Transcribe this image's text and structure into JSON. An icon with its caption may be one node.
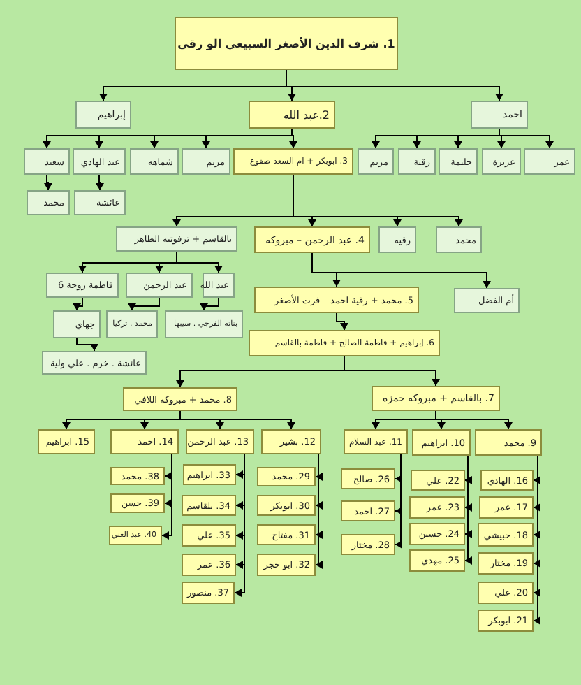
{
  "diagram": {
    "nodes": [
      {
        "text": [
          "1. شرف الدين الأصغر السبيعي الو رقي"
        ]
      },
      {
        "text": [
          "إبراهيم"
        ]
      },
      {
        "text": [
          "2.عبد الله"
        ]
      },
      {
        "text": [
          "احمد"
        ]
      },
      {
        "text": [
          "سعيد"
        ]
      },
      {
        "text": [
          "عبد الهادي"
        ]
      },
      {
        "text": [
          "شماهه"
        ]
      },
      {
        "text": [
          "مريم"
        ]
      },
      {
        "text": [
          "3. ابوبكر + ام السعد صفوع"
        ]
      },
      {
        "text": [
          "مريم"
        ]
      },
      {
        "text": [
          "رقية"
        ]
      },
      {
        "text": [
          "حليمة"
        ]
      },
      {
        "text": [
          "عزيزة"
        ]
      },
      {
        "text": [
          "عمر"
        ]
      },
      {
        "text": [
          "محمد"
        ]
      },
      {
        "text": [
          "عائشة"
        ]
      },
      {
        "text": [
          "بالقاسم + ترفوتيه الطاهر"
        ]
      },
      {
        "text": [
          "4. عبد الرحمن – مبروكه"
        ]
      },
      {
        "text": [
          "رقيه"
        ]
      },
      {
        "text": [
          "محمد"
        ]
      },
      {
        "text": [
          "فاطمة زوجة 6"
        ]
      },
      {
        "text": [
          "عبد الرحمن"
        ]
      },
      {
        "text": [
          "عبد الله"
        ]
      },
      {
        "text": [
          "5. محمد + رقية احمد – فرت الأصغر"
        ]
      },
      {
        "text": [
          "أم الفضل"
        ]
      },
      {
        "text": [
          "جهاي"
        ]
      },
      {
        "text": [
          "محمد . تركيا"
        ]
      },
      {
        "text": [
          "بناته الفرجي . سيبها"
        ]
      },
      {
        "text": [
          "6. إبراهيم + فاطمة الصالح + فاطمة بالقاسم"
        ]
      },
      {
        "text": [
          "عائشة . خرم . علي ولية"
        ]
      },
      {
        "text": [
          "8. محمد + مبروكه اللافي"
        ]
      },
      {
        "text": [
          "7. بالقاسم + مبروكه حمزه"
        ]
      },
      {
        "text": [
          "15. ابراهيم"
        ]
      },
      {
        "text": [
          "14. احمد"
        ]
      },
      {
        "text": [
          "13. عبد الرحمن"
        ]
      },
      {
        "text": [
          "12. بشير"
        ]
      },
      {
        "text": [
          "11. عبد السلام"
        ]
      },
      {
        "text": [
          "10. ابراهيم"
        ]
      },
      {
        "text": [
          "9. محمد"
        ]
      },
      {
        "text": [
          "16. الهادي"
        ]
      },
      {
        "text": [
          "17. عمر"
        ]
      },
      {
        "text": [
          "18. حبيشي"
        ]
      },
      {
        "text": [
          "19. مختار"
        ]
      },
      {
        "text": [
          "20. علي"
        ]
      },
      {
        "text": [
          "21. ابوبكر"
        ]
      },
      {
        "text": [
          "22. علي"
        ]
      },
      {
        "text": [
          "23. عمر"
        ]
      },
      {
        "text": [
          "24. حسين"
        ]
      },
      {
        "text": [
          "25. مهدي"
        ]
      },
      {
        "text": [
          "26. صالح"
        ]
      },
      {
        "text": [
          "27. احمد"
        ]
      },
      {
        "text": [
          "28. مختار"
        ]
      },
      {
        "text": [
          "29. محمد"
        ]
      },
      {
        "text": [
          "30. ابوبكر"
        ]
      },
      {
        "text": [
          "31. مفتاح"
        ]
      },
      {
        "text": [
          "32. ابو حجر"
        ]
      },
      {
        "text": [
          "33. ابراهيم"
        ]
      },
      {
        "text": [
          "34. بلقاسم"
        ]
      },
      {
        "text": [
          "35. علي"
        ]
      },
      {
        "text": [
          "36. عمر"
        ]
      },
      {
        "text": [
          "37. منصور"
        ]
      },
      {
        "text": [
          "38. محمد"
        ]
      },
      {
        "text": [
          "39. حسن"
        ]
      },
      {
        "text": [
          "40. عبد الغني"
        ]
      }
    ],
    "edges": [
      {
        "from": 0,
        "to": 1,
        "arrow": "to"
      },
      {
        "from": 0,
        "to": 2,
        "arrow": "to"
      },
      {
        "from": 0,
        "to": 3,
        "arrow": "to"
      },
      {
        "from": 2,
        "to": 4,
        "arrow": "to"
      },
      {
        "from": 2,
        "to": 5,
        "arrow": "to"
      },
      {
        "from": 2,
        "to": 6,
        "arrow": "to"
      },
      {
        "from": 2,
        "to": 7,
        "arrow": "to"
      },
      {
        "from": 2,
        "to": 8,
        "arrow": "to"
      },
      {
        "from": 3,
        "to": 9,
        "arrow": "to"
      },
      {
        "from": 3,
        "to": 10,
        "arrow": "to"
      },
      {
        "from": 3,
        "to": 11,
        "arrow": "to"
      },
      {
        "from": 3,
        "to": 12,
        "arrow": "to"
      },
      {
        "from": 3,
        "to": 13,
        "arrow": "to"
      },
      {
        "from": 4,
        "to": 14,
        "arrow": "to"
      },
      {
        "from": 5,
        "to": 15,
        "arrow": "to"
      },
      {
        "from": 8,
        "to": 16,
        "arrow": "to"
      },
      {
        "from": 8,
        "to": 17,
        "arrow": "to"
      },
      {
        "from": 8,
        "to": 18,
        "arrow": "to"
      },
      {
        "from": 8,
        "to": 19,
        "arrow": "to"
      },
      {
        "from": 16,
        "to": 20,
        "arrow": "to"
      },
      {
        "from": 16,
        "to": 21,
        "arrow": "to"
      },
      {
        "from": 16,
        "to": 22,
        "arrow": "to"
      },
      {
        "from": 20,
        "to": 25,
        "arrow": "to"
      },
      {
        "from": 21,
        "to": 26,
        "arrow": "to"
      },
      {
        "from": 22,
        "to": 27,
        "arrow": "to"
      },
      {
        "from": 25,
        "to": 29,
        "arrow": "to"
      },
      {
        "from": 17,
        "to": 23,
        "arrow": "to"
      },
      {
        "from": 17,
        "to": 24,
        "arrow": "to"
      },
      {
        "from": 23,
        "to": 28,
        "arrow": "to"
      },
      {
        "from": 28,
        "to": 30,
        "arrow": "to"
      },
      {
        "from": 28,
        "to": 31,
        "arrow": "to"
      },
      {
        "from": 30,
        "to": 32,
        "arrow": "to"
      },
      {
        "from": 30,
        "to": 33,
        "arrow": "to"
      },
      {
        "from": 30,
        "to": 34,
        "arrow": "to"
      },
      {
        "from": 30,
        "to": 35,
        "arrow": "to"
      },
      {
        "from": 31,
        "to": 36,
        "arrow": "to"
      },
      {
        "from": 31,
        "to": 37,
        "arrow": "to"
      },
      {
        "from": 31,
        "to": 38,
        "arrow": "to"
      },
      {
        "from": 38,
        "to": 39,
        "arrow": "to"
      },
      {
        "from": 38,
        "to": 40,
        "arrow": "to"
      },
      {
        "from": 38,
        "to": 41,
        "arrow": "to"
      },
      {
        "from": 38,
        "to": 42,
        "arrow": "to"
      },
      {
        "from": 38,
        "to": 43,
        "arrow": "to"
      },
      {
        "from": 38,
        "to": 44,
        "arrow": "to"
      },
      {
        "from": 37,
        "to": 45,
        "arrow": "to"
      },
      {
        "from": 37,
        "to": 46,
        "arrow": "to"
      },
      {
        "from": 37,
        "to": 47,
        "arrow": "to"
      },
      {
        "from": 37,
        "to": 48,
        "arrow": "to"
      },
      {
        "from": 36,
        "to": 49,
        "arrow": "to"
      },
      {
        "from": 36,
        "to": 50,
        "arrow": "to"
      },
      {
        "from": 36,
        "to": 51,
        "arrow": "to"
      },
      {
        "from": 35,
        "to": 52,
        "arrow": "to"
      },
      {
        "from": 35,
        "to": 53,
        "arrow": "to"
      },
      {
        "from": 35,
        "to": 54,
        "arrow": "to"
      },
      {
        "from": 35,
        "to": 55,
        "arrow": "to"
      },
      {
        "from": 34,
        "to": 56,
        "arrow": "to"
      },
      {
        "from": 34,
        "to": 57,
        "arrow": "to"
      },
      {
        "from": 34,
        "to": 58,
        "arrow": "to"
      },
      {
        "from": 34,
        "to": 59,
        "arrow": "to"
      },
      {
        "from": 34,
        "to": 60,
        "arrow": "to"
      },
      {
        "from": 33,
        "to": 61,
        "arrow": "to"
      },
      {
        "from": 33,
        "to": 62,
        "arrow": "to"
      },
      {
        "from": 33,
        "to": 63,
        "arrow": "to"
      }
    ]
  }
}
